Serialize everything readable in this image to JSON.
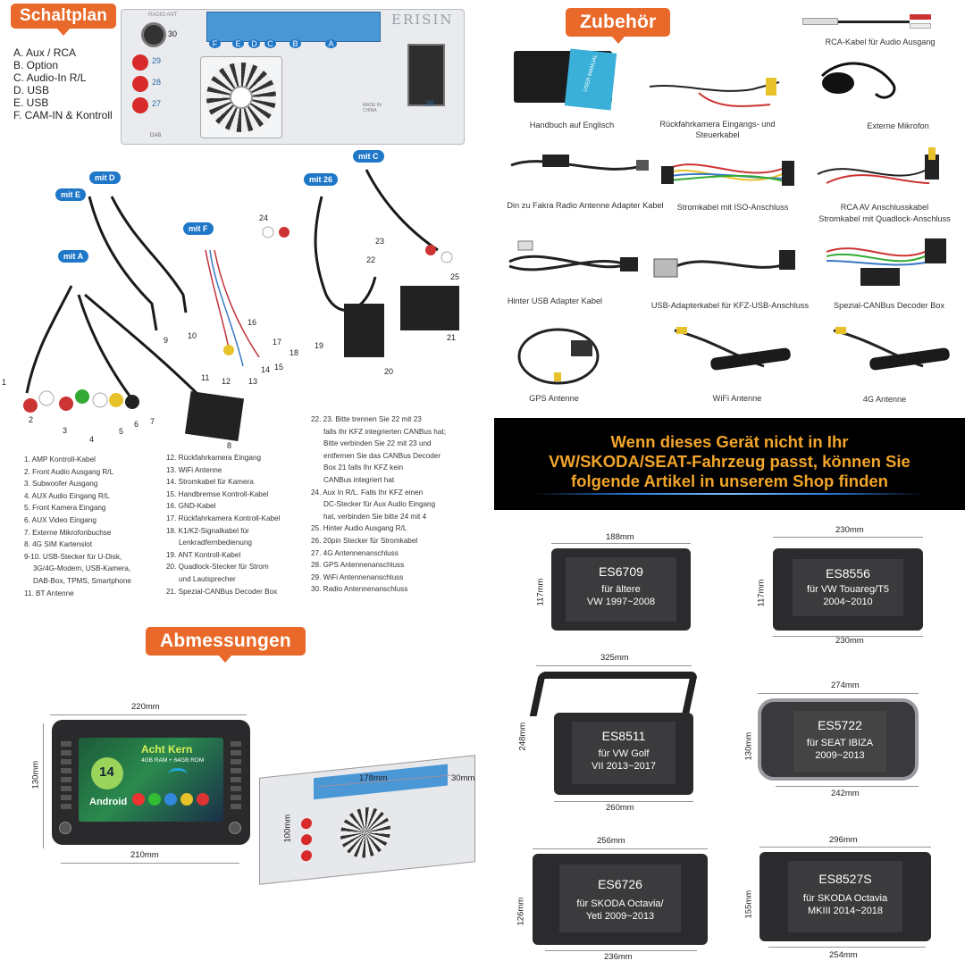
{
  "sections": {
    "schaltplan": "Schaltplan",
    "zubehoer": "Zubehör",
    "abmessungen": "Abmessungen"
  },
  "schaltplan_legend": [
    "A. Aux / RCA",
    "B. Option",
    "C. Audio-In R/L",
    "D. USB",
    "E. USB",
    "F. CAM-IN & Kontroll"
  ],
  "connector_letters": [
    "F",
    "E",
    "D",
    "C",
    "B",
    "A"
  ],
  "panel_numbers": [
    "30",
    "29",
    "28",
    "27",
    "26"
  ],
  "panel_small_text": [
    "RADIO ANT",
    "DAB",
    "MADE IN CHINA"
  ],
  "brand": "ERISIN",
  "cable_tags": [
    "mit E",
    "mit D",
    "mit F",
    "mit A",
    "mit 26",
    "mit C"
  ],
  "cable_numbers": [
    "1",
    "2",
    "3",
    "4",
    "5",
    "6",
    "7",
    "8",
    "9",
    "10",
    "11",
    "12",
    "13",
    "14",
    "15",
    "16",
    "17",
    "18",
    "19",
    "20",
    "21",
    "22",
    "23",
    "24",
    "25"
  ],
  "wiring_list_col1": [
    "1. AMP Kontroll-Kabel",
    "2. Front Audio Ausgang R/L",
    "3. Subwoofer Ausgang",
    "4. AUX Audio Eingang R/L",
    "5. Front Kamera Eingang",
    "6. AUX Video Eingang",
    "7. Externe Mikrofonbuchse",
    "8. 4G SIM Kartenslot",
    "9-10. USB-Stecker für U-Disk,",
    "3G/4G-Modem, USB-Kamera,",
    "DAB-Box, TPMS, Smartphone",
    "11. BT Antenne"
  ],
  "wiring_list_col2": [
    "12. Rückfahrkamera Eingang",
    "13. WiFi Antenne",
    "14. Stromkabel für Kamera",
    "15. Handbremse Kontroll-Kabel",
    "16. GND-Kabel",
    "17. Rückfahrkamera Kontroll-Kabel",
    "18. K1/K2-Signalkabel für",
    "Lenkradfernbedienung",
    "19. ANT Kontroll-Kabel",
    "20. Quadlock-Stecker für Strom",
    "und Lautsprecher",
    "21. Spezial-CANBus Decoder Box"
  ],
  "wiring_list_col3": [
    "22. 23. Bitte trennen Sie 22 mit 23",
    "falls Ihr KFZ integrierten CANBus hat;",
    "Bitte verbinden Sie 22 mit 23 und",
    "entfernen Sie das CANBus Decoder",
    "Box 21 falls Ihr KFZ kein",
    "CANBus integriert hat",
    "24. Aux In R/L. Falls Ihr KFZ einen",
    "DC-Stecker für Aux Audio Eingang",
    "hat, verbinden Sie bitte 24 mit 4",
    "25. Hinter Audio Ausgang R/L",
    "26. 20pin Stecker für Stromkabel",
    "27. 4G Antennenanschluss",
    "28. GPS Antennenanschluss",
    "29. WiFi Antennenanschluss",
    "30. Radio Antennenanschluss"
  ],
  "accessories": [
    "RCA-Kabel für Audio Ausgang",
    "Handbuch auf Englisch",
    "Rückfahrkamera Eingangs- und Steuerkabel",
    "Externe Mikrofon",
    "Din zu Fakra Radio Antenne Adapter Kabel",
    "Stromkabel mit ISO-Anschluss",
    "RCA AV Anschlusskabel",
    "Stromkabel mit Quadlock-Anschluss",
    "Hinter USB Adapter Kabel",
    "USB-Adapterkabel für KFZ-USB-Anschluss",
    "Spezial-CANBus Decoder Box",
    "GPS Antenne",
    "WiFi Antenne",
    "4G Antenne"
  ],
  "manual_label": "USER MANUAL",
  "banner": {
    "line1": "Wenn dieses Gerät nicht in Ihr",
    "line2": "VW/SKODA/SEAT-Fahrzeug passt, können Sie",
    "line3": "folgende Artikel in unserem Shop finden"
  },
  "device": {
    "width": "220mm",
    "height": "130mm",
    "bottom_width": "210mm",
    "depth_width": "178mm",
    "depth": "30mm",
    "depth_height": "100mm",
    "screen_title": "Acht Kern",
    "screen_spec": "4GB RAM + 64GB ROM",
    "android_version": "14",
    "android_label": "Android"
  },
  "products": [
    {
      "model": "ES6709",
      "line1": "für ältere",
      "line2": "VW 1997~2008",
      "top": "188mm",
      "side": "117mm",
      "bottom": ""
    },
    {
      "model": "ES8556",
      "line1": "für VW Touareg/T5",
      "line2": "2004~2010",
      "top": "230mm",
      "side": "117mm",
      "bottom": "230mm"
    },
    {
      "model": "ES8511",
      "line1": "für VW Golf",
      "line2": "VII 2013~2017",
      "top": "325mm",
      "side": "248mm",
      "bottom": "260mm"
    },
    {
      "model": "ES5722",
      "line1": "für SEAT IBIZA",
      "line2": "2009~2013",
      "top": "274mm",
      "side": "130mm",
      "bottom": "242mm"
    },
    {
      "model": "ES6726",
      "line1": "für SKODA Octavia/",
      "line2": "Yeti 2009~2013",
      "top": "256mm",
      "side": "126mm",
      "bottom": "236mm"
    },
    {
      "model": "ES8527S",
      "line1": "für SKODA Octavia",
      "line2": "MKIII 2014~2018",
      "top": "296mm",
      "side": "155mm",
      "bottom": "254mm"
    }
  ],
  "colors": {
    "badge": "#e8692a",
    "banner_text": "#f2a52a",
    "tag_blue": "#1f77c8"
  }
}
